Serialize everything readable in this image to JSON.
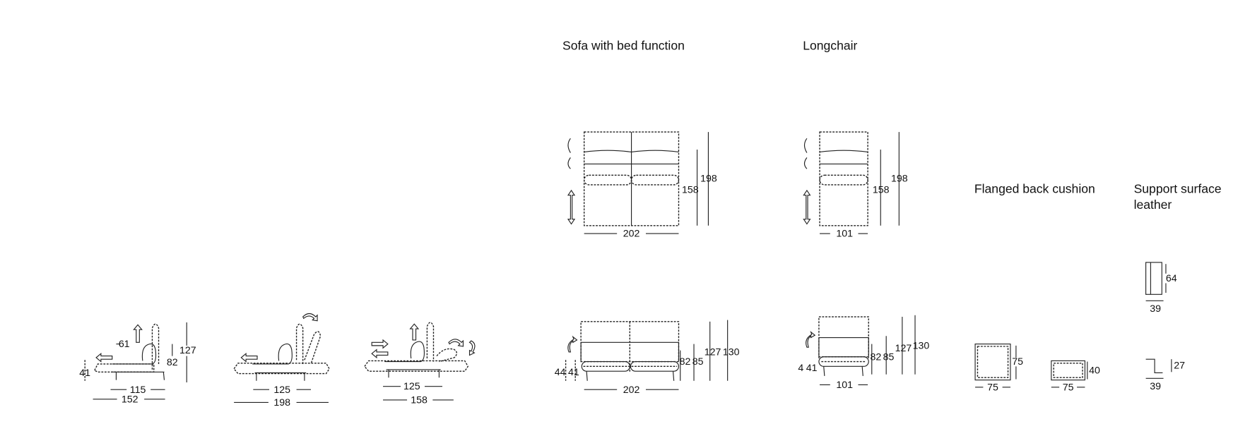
{
  "sections": {
    "sofa": {
      "title": "Sofa with bed function",
      "top": {
        "depth_inner": "158",
        "depth_outer": "198",
        "width": "202"
      },
      "front": {
        "seat_h_bed": "44",
        "seat_h": "41",
        "arm_h": "82",
        "arm_h2": "85",
        "back_h": "127",
        "back_h_max": "130",
        "width": "202"
      }
    },
    "longchair": {
      "title": "Longchair",
      "top": {
        "depth_inner": "158",
        "depth_outer": "198",
        "width": "101"
      },
      "front": {
        "seat_h_bed": "4",
        "seat_h": "41",
        "arm_h": "82",
        "arm_h2": "85",
        "back_h": "127",
        "back_h_max": "130",
        "width": "101"
      }
    },
    "cushion": {
      "title": "Flanged back cushion",
      "large": {
        "height": "75",
        "width": "75"
      },
      "small": {
        "height": "40",
        "width": "75"
      }
    },
    "leather": {
      "title_line1": "Support surface",
      "title_line2": "leather",
      "a": {
        "height": "64",
        "width": "39"
      },
      "b": {
        "height": "27",
        "width": "39"
      }
    }
  },
  "side_views": [
    {
      "headrest": "61",
      "height": "127",
      "arm": "82",
      "seat": "41",
      "inner": "115",
      "outer": "152"
    },
    {
      "inner": "125",
      "outer": "198"
    },
    {
      "inner": "125",
      "outer": "158"
    }
  ]
}
